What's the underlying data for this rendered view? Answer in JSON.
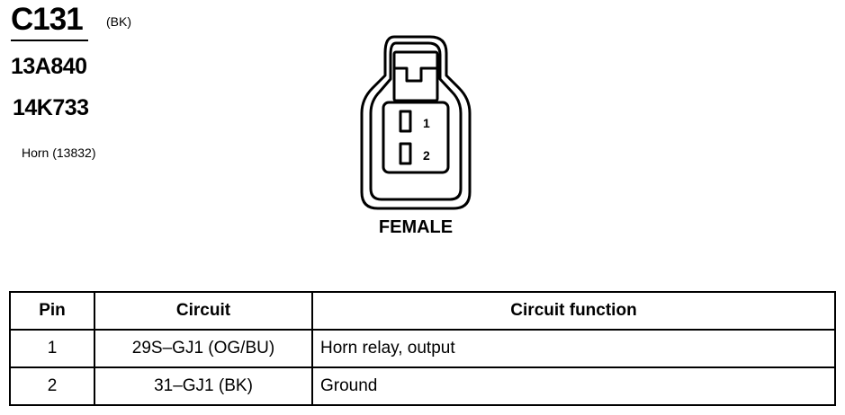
{
  "header": {
    "connector_id": "C131",
    "color_code": "(BK)",
    "part_numbers": [
      "13A840",
      "14K733"
    ],
    "component": "Horn (13832)"
  },
  "diagram": {
    "view": "FEMALE",
    "pin_labels": [
      "1",
      "2"
    ]
  },
  "table": {
    "headers": [
      "Pin",
      "Circuit",
      "Circuit function"
    ],
    "rows": [
      {
        "pin": "1",
        "circuit": "29S–GJ1 (OG/BU)",
        "function": "Horn relay, output"
      },
      {
        "pin": "2",
        "circuit": "31–GJ1 (BK)",
        "function": "Ground"
      }
    ]
  }
}
